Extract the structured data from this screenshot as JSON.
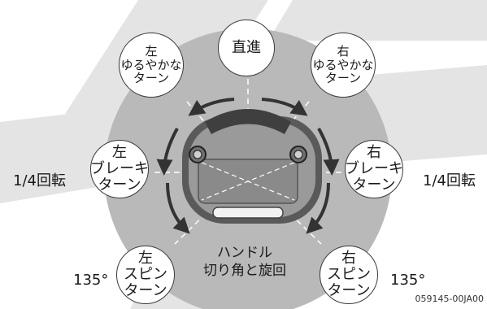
{
  "turns": {
    "straight": "直進",
    "left_gentle": [
      "左",
      "ゆるやかな",
      "ターン"
    ],
    "right_gentle": [
      "右",
      "ゆるやかな",
      "ターン"
    ],
    "left_brake": [
      "左",
      "ブレーキ",
      "ターン"
    ],
    "right_brake": [
      "右",
      "ブレーキ",
      "ターン"
    ],
    "left_spin": [
      "左",
      "スピン",
      "ターン"
    ],
    "right_spin": [
      "右",
      "スピン",
      "ターン"
    ]
  },
  "angles": {
    "left_quarter": "1/4回転",
    "right_quarter": "1/4回転",
    "left_135": "135°",
    "right_135": "135°"
  },
  "center_label": [
    "ハンドル",
    "切り角と旋回"
  ],
  "figure_code": "059145-00JA00"
}
